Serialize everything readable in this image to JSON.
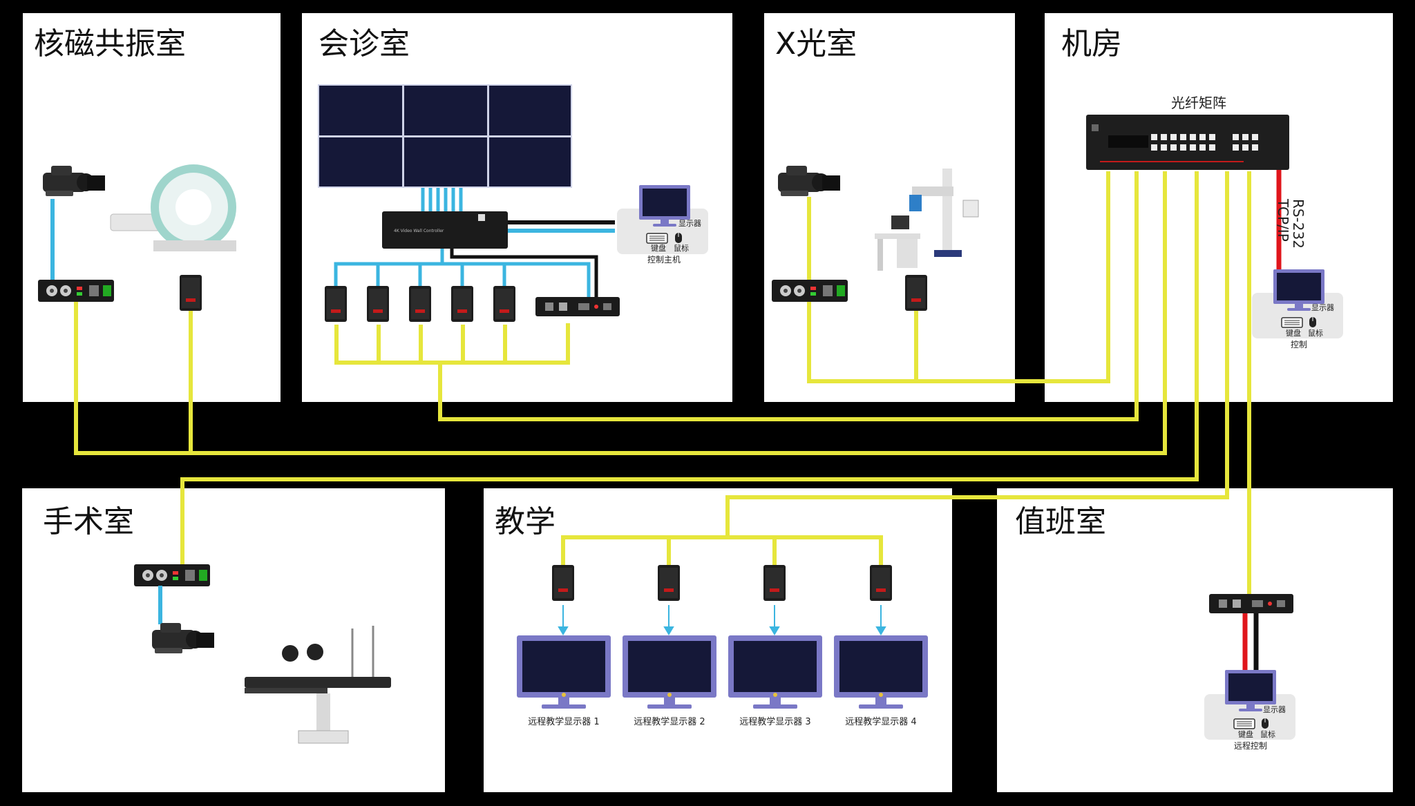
{
  "rooms": {
    "mri": {
      "title": "核磁共振室"
    },
    "consult": {
      "title": "会诊室"
    },
    "xray": {
      "title": "X光室"
    },
    "machine": {
      "title": "机房"
    },
    "surgery": {
      "title": "手术室"
    },
    "teaching": {
      "title": "教学"
    },
    "duty": {
      "title": "值班室"
    }
  },
  "labels": {
    "matrix": "光纤矩阵",
    "rs232": "RS-232",
    "tcpip": "TCP/IP",
    "monitor": "显示器",
    "keyboard": "键盘",
    "mouse": "鼠标",
    "control_host": "控制主机",
    "control": "控制",
    "remote_control": "远程控制",
    "controller_text": "4K Video Wall Controller",
    "teach_displays": [
      "远程教学显示器 1",
      "远程教学显示器 2",
      "远程教学显示器 3",
      "远程教学显示器 4"
    ]
  },
  "colors": {
    "fiber": "#e6e63c",
    "hdmi": "#3bb5e0",
    "serial": "#e0151b",
    "cable": "#111111",
    "screen": "#151838",
    "monitor_frame": "#7a78c6"
  }
}
